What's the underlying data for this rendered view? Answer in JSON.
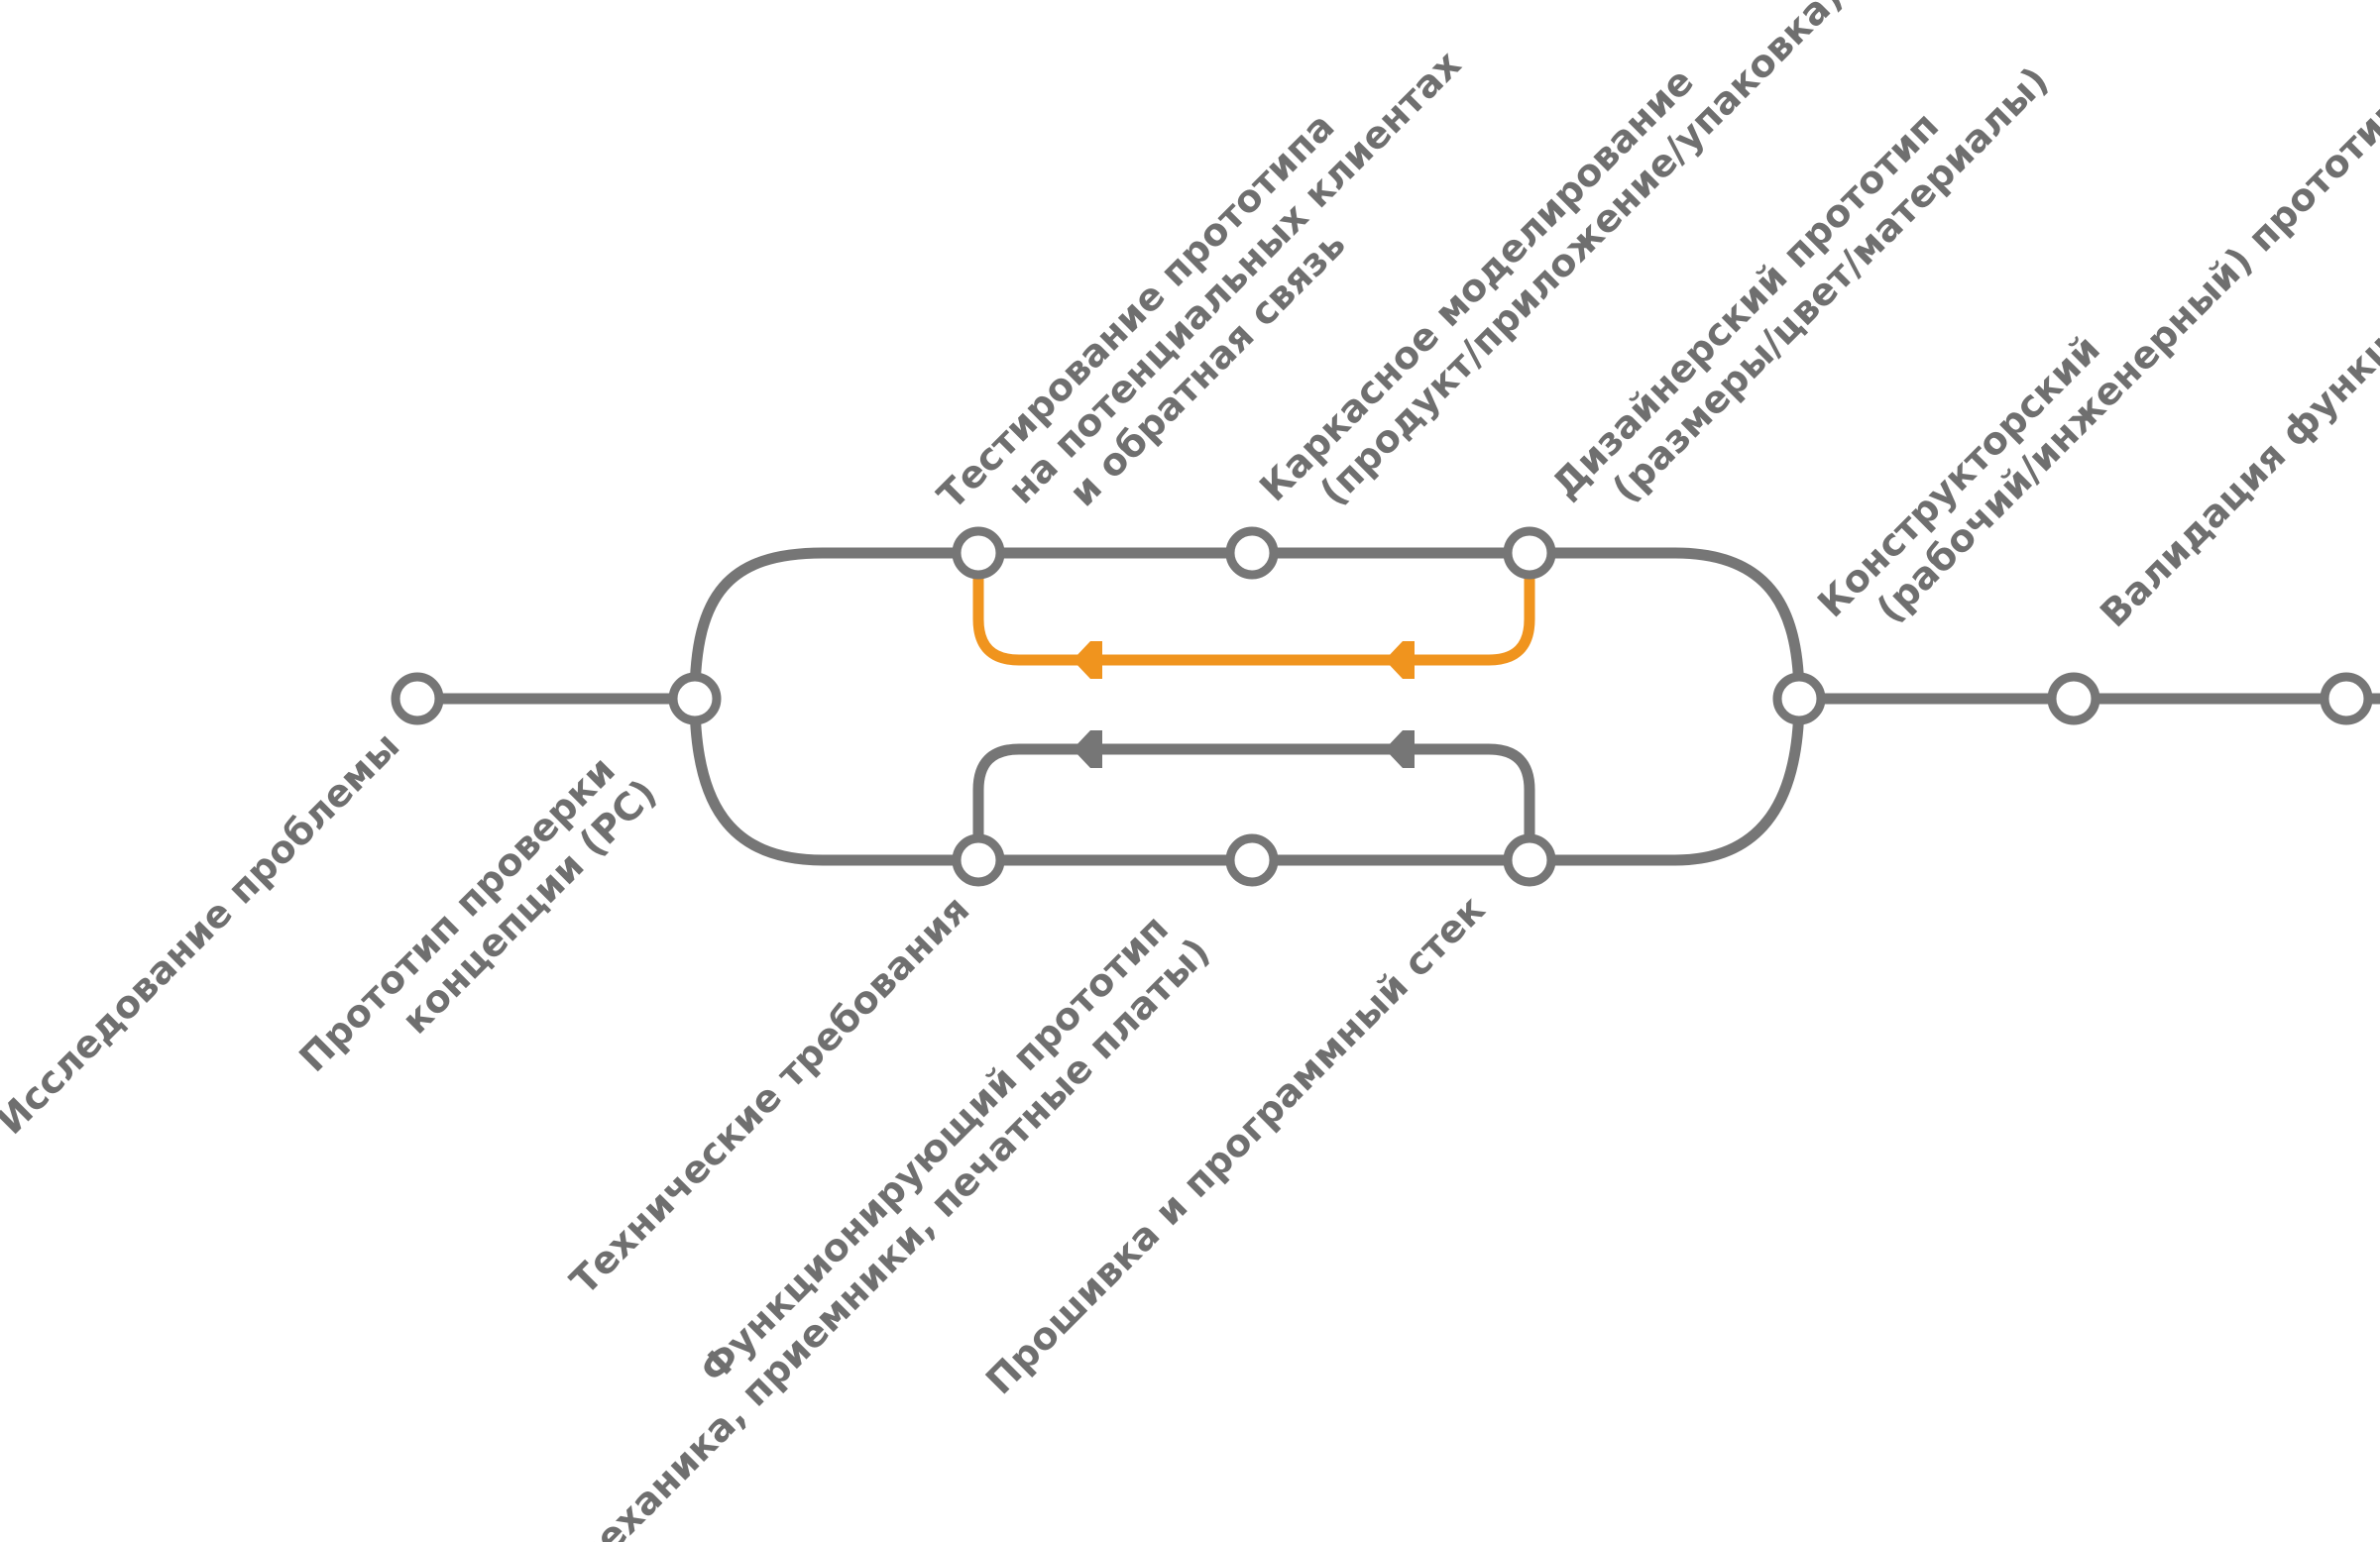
{
  "colors": {
    "track": "#767676",
    "accent": "#F0941E",
    "label": "#6f6f6f",
    "station_fill": "#ffffff"
  },
  "stations": {
    "problem_research": [
      "Исследование проблемы"
    ],
    "proof_of_concept": [
      "Прототип проверки",
      "концепции (PC)"
    ],
    "customer_testing": [
      "Тестирование прототипа",
      "на потенциальных клиентах",
      "и обратная связь"
    ],
    "wireframing": [
      "Каркасное моделирование",
      "(продукт/приложение/упаковка)"
    ],
    "design_prototype": [
      "Дизайнерский прототип",
      "(размеры/цвет/материалы)"
    ],
    "engineering_prototype": [
      "Конструкторский",
      "(рабочий/инженерный) прототип"
    ],
    "validation": [
      "Валидация функций"
    ],
    "technical_requirements": [
      "Технические требования"
    ],
    "functional_prototype": [
      "Функционирующий прототип",
      "(механика, приемники, печатные платы)"
    ],
    "firmware_stack": [
      "Прошивка и программный стек"
    ]
  },
  "loops": [
    {
      "name": "feedback-loop-top",
      "color": "accent",
      "direction": "left"
    },
    {
      "name": "feedback-loop-bottom",
      "color": "track",
      "direction": "left"
    }
  ]
}
